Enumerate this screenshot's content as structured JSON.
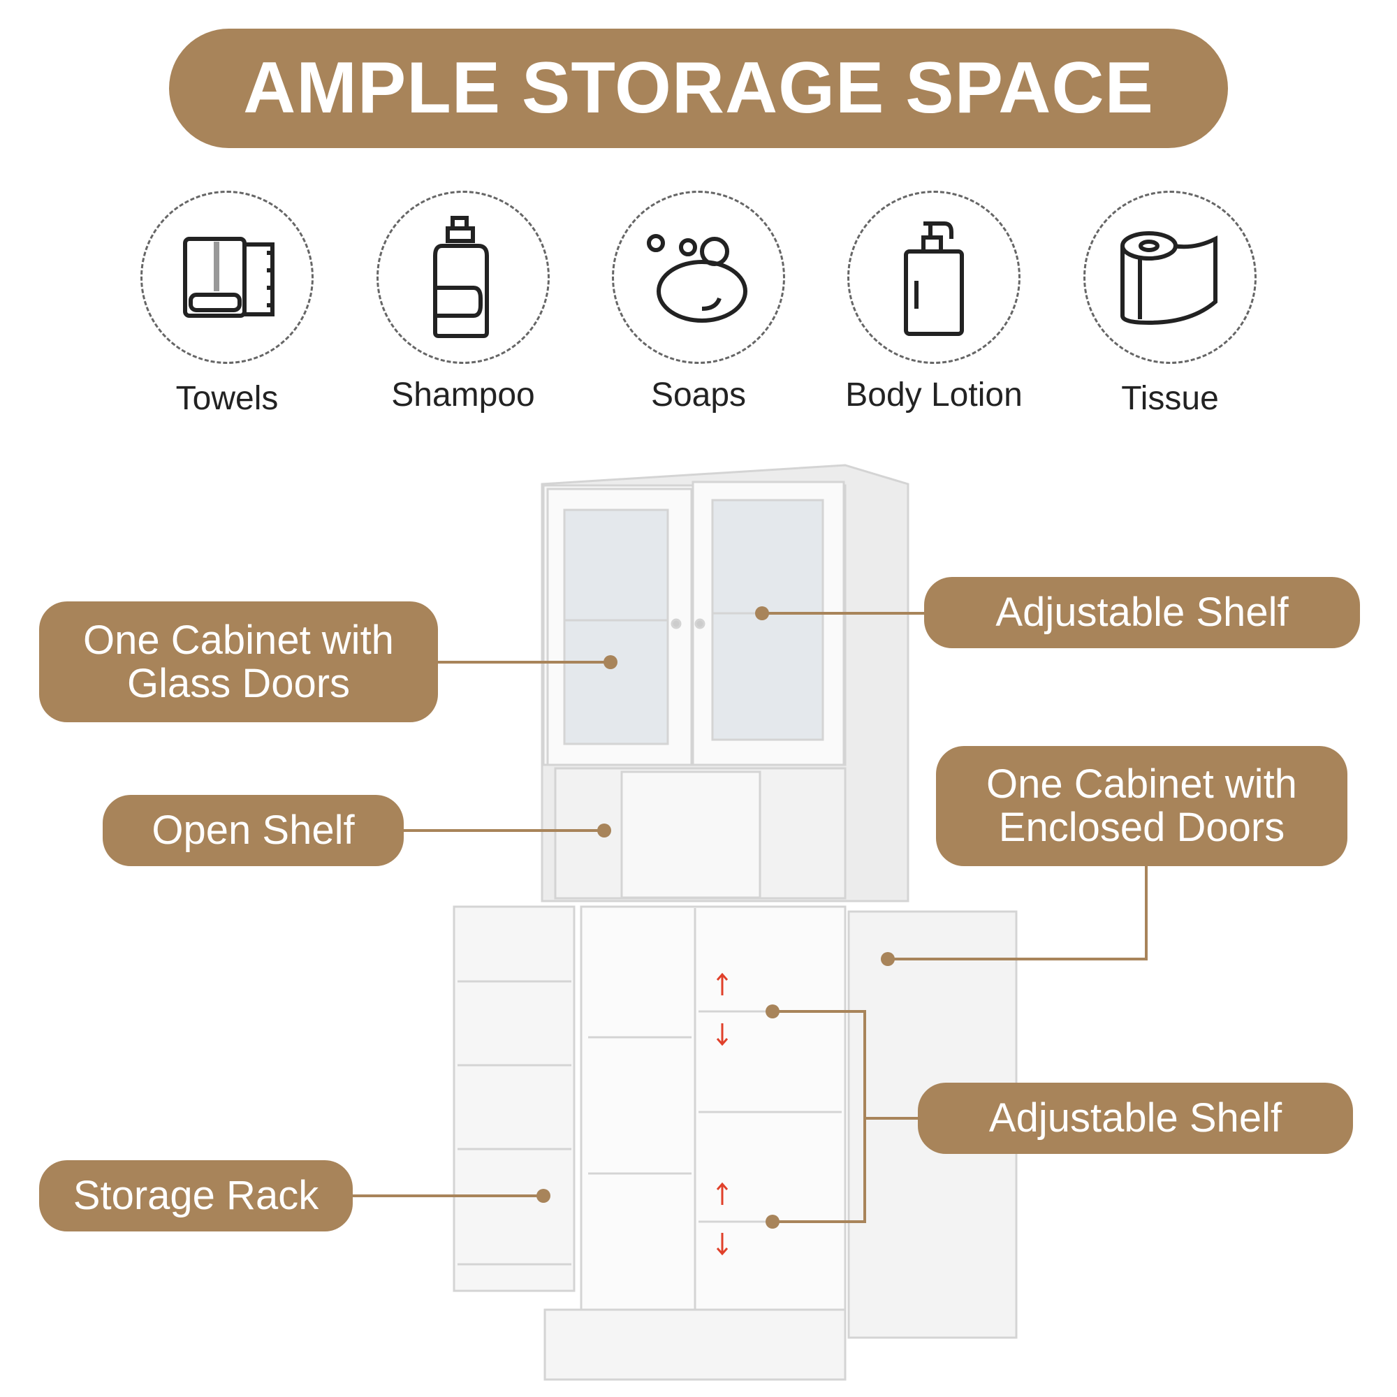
{
  "title": "AMPLE STORAGE SPACE",
  "accent_color": "#A8845A",
  "items": [
    {
      "label": "Towels",
      "icon": "towel-icon"
    },
    {
      "label": "Shampoo",
      "icon": "shampoo-bottle-icon"
    },
    {
      "label": "Soaps",
      "icon": "soap-icon"
    },
    {
      "label": "Body Lotion",
      "icon": "lotion-pump-icon"
    },
    {
      "label": "Tissue",
      "icon": "tissue-roll-icon"
    }
  ],
  "callouts": {
    "glass_cabinet": [
      "One Cabinet with",
      "Glass Doors"
    ],
    "adjustable_shelf_top": "Adjustable Shelf",
    "open_shelf": "Open Shelf",
    "enclosed_cabinet": [
      "One Cabinet with",
      "Enclosed Doors"
    ],
    "adjustable_shelf_bottom": "Adjustable Shelf",
    "storage_rack": "Storage Rack"
  }
}
